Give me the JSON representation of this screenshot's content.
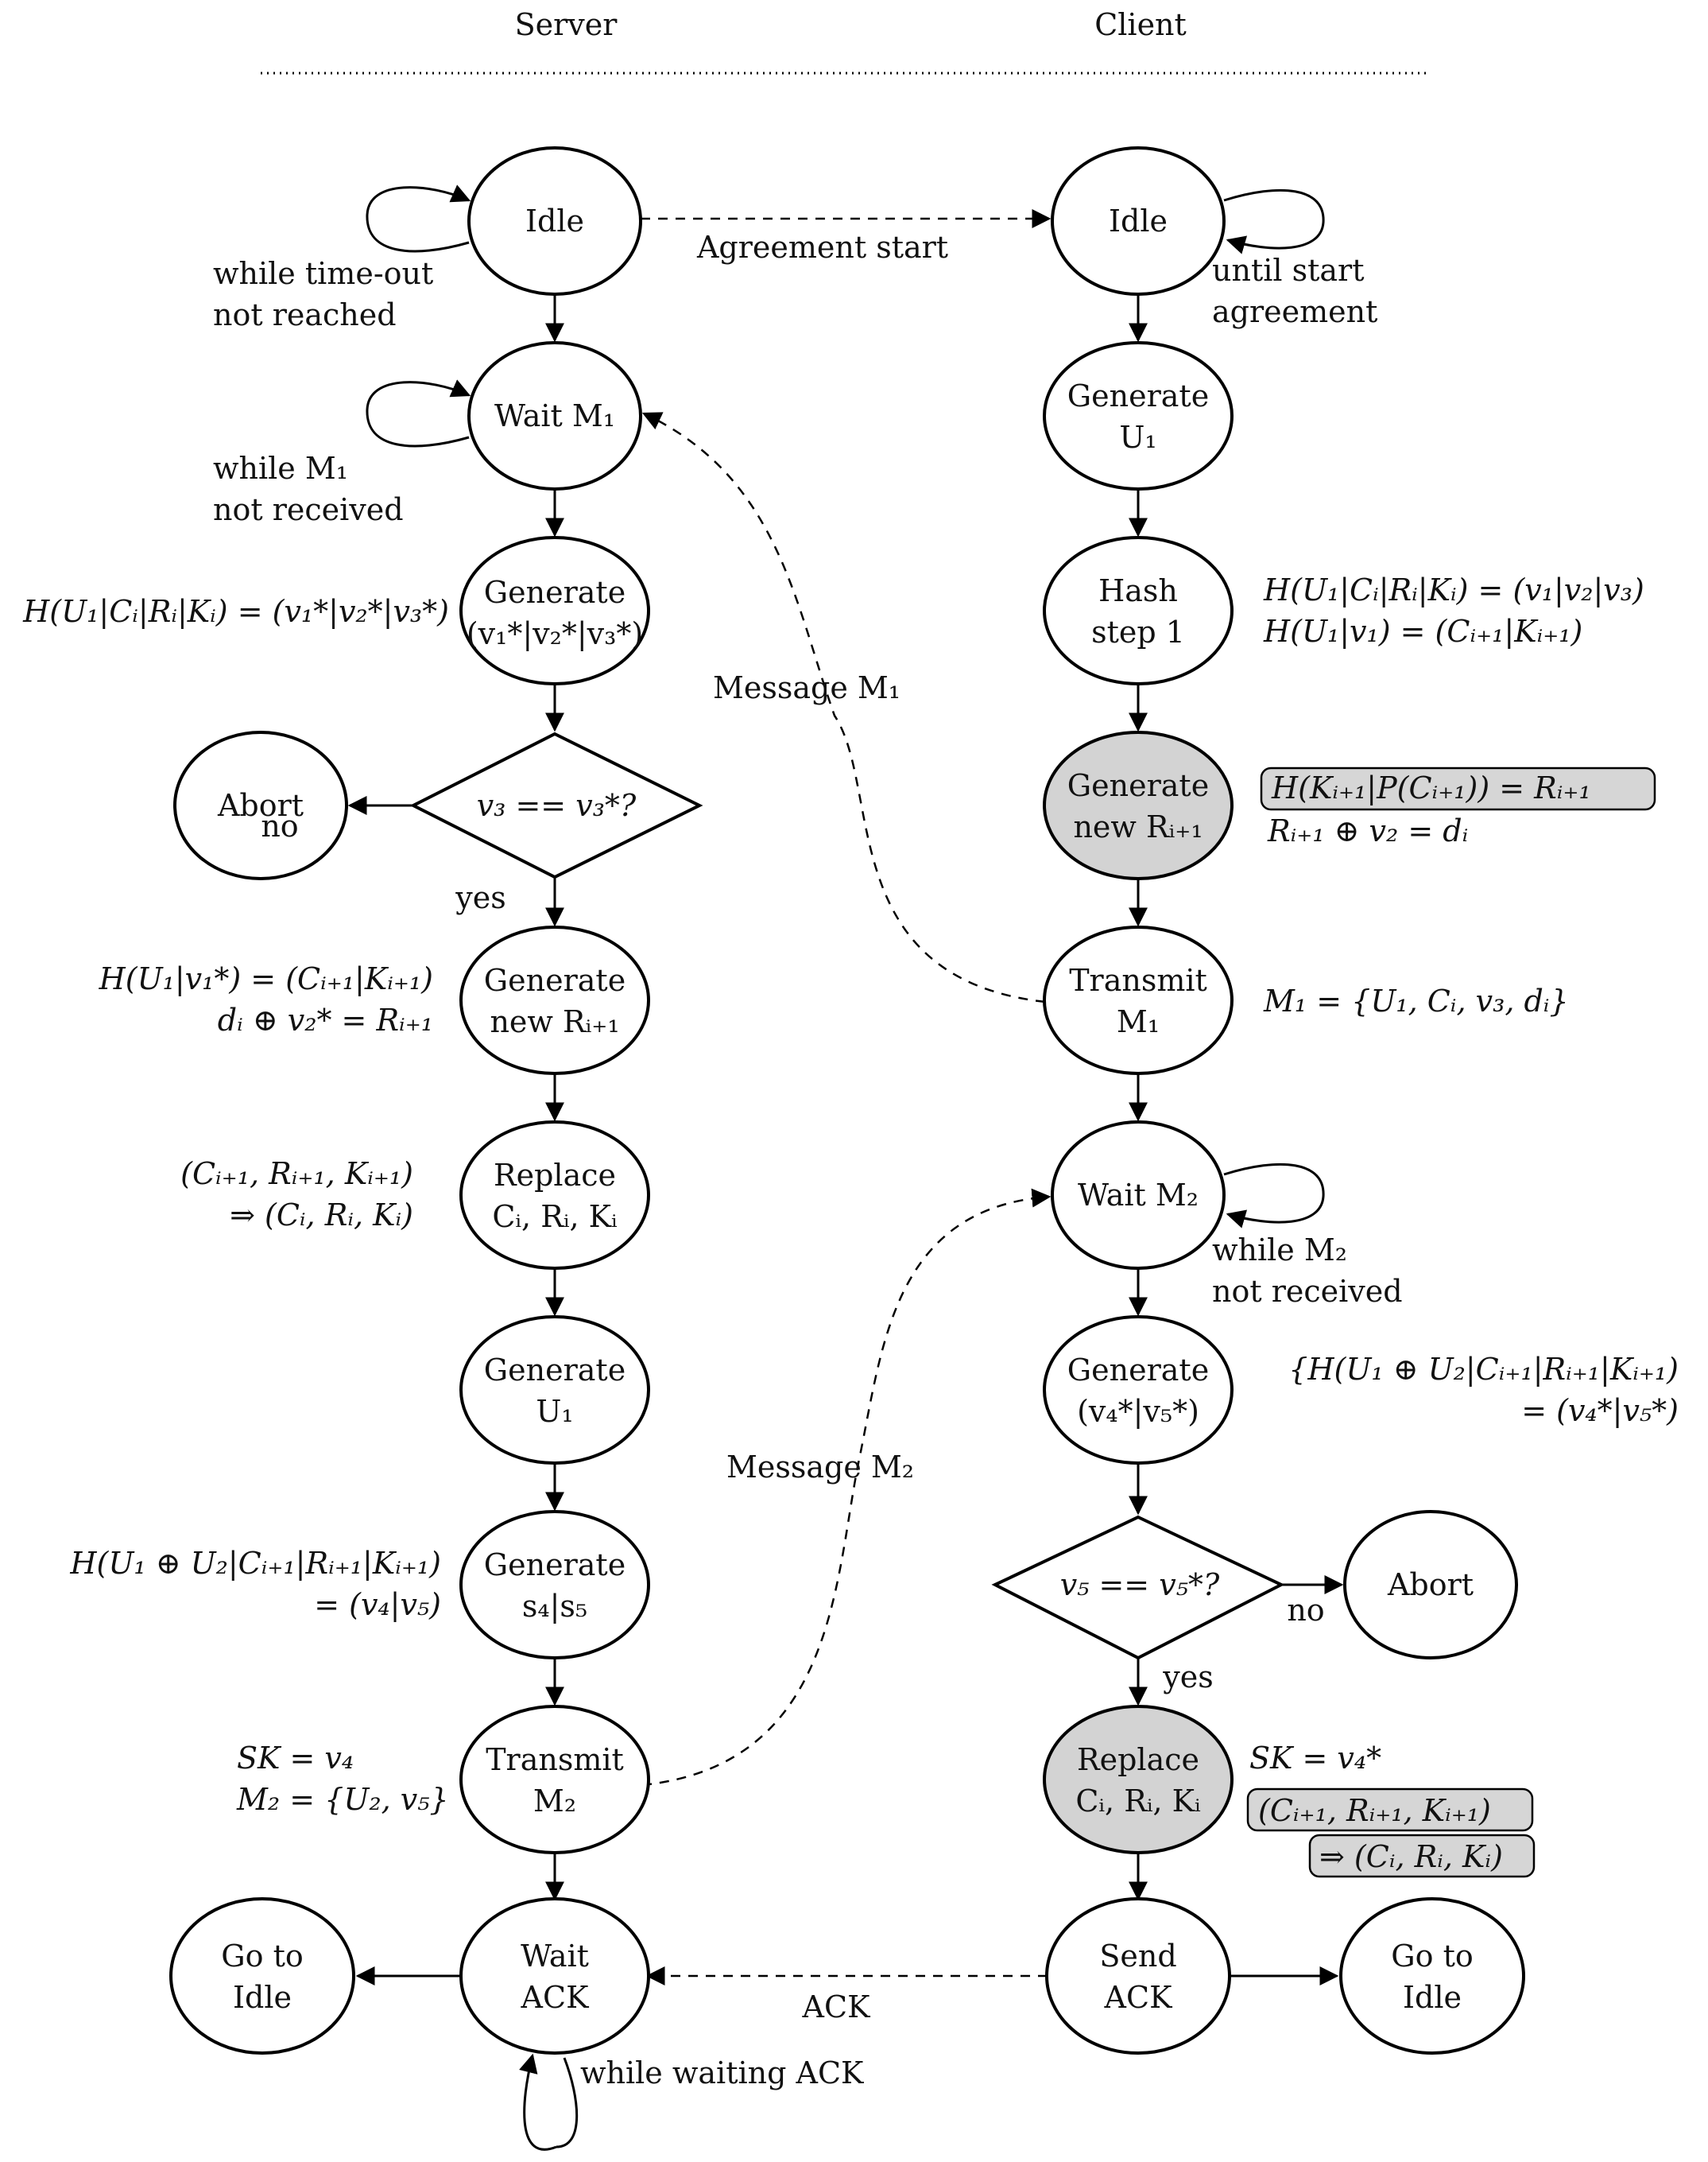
{
  "headers": {
    "server": "Server",
    "client": "Client"
  },
  "colors": {
    "node_fill": "#ffffff",
    "node_highlight": "#d3d3d3",
    "stroke": "#000000",
    "note_highlight": "#d6d6d6"
  },
  "server": {
    "idle": [
      "Idle"
    ],
    "wait_m1": [
      "Wait M₁"
    ],
    "generate_v": [
      "Generate",
      "(v₁*|v₂*|v₃*)"
    ],
    "check_v3": [
      "v₃ == v₃*?"
    ],
    "abort": [
      "Abort"
    ],
    "generate_r": [
      "Generate",
      "new Rᵢ₊₁"
    ],
    "replace": [
      "Replace",
      "Cᵢ, Rᵢ, Kᵢ"
    ],
    "generate_u1": [
      "Generate",
      "U₁"
    ],
    "generate_s": [
      "Generate",
      "s₄|s₅"
    ],
    "transmit_m2": [
      "Transmit",
      "M₂"
    ],
    "wait_ack": [
      "Wait",
      "ACK"
    ],
    "go_idle": [
      "Go to",
      "Idle"
    ]
  },
  "client": {
    "idle": [
      "Idle"
    ],
    "generate_u1": [
      "Generate",
      "U₁"
    ],
    "hash_step": [
      "Hash",
      "step 1"
    ],
    "generate_r": [
      "Generate",
      "new Rᵢ₊₁"
    ],
    "transmit_m1": [
      "Transmit",
      "M₁"
    ],
    "wait_m2": [
      "Wait M₂"
    ],
    "generate_v": [
      "Generate",
      "(v₄*|v₅*)"
    ],
    "check_v5": [
      "v₅ == v₅*?"
    ],
    "abort": [
      "Abort"
    ],
    "replace": [
      "Replace",
      "Cᵢ, Rᵢ, Kᵢ"
    ],
    "send_ack": [
      "Send",
      "ACK"
    ],
    "go_idle": [
      "Go to",
      "Idle"
    ]
  },
  "labels": {
    "agreement_start": [
      "Agreement start"
    ],
    "message_m1": [
      "Message M₁"
    ],
    "message_m2": [
      "Message M₂"
    ],
    "ack": [
      "ACK"
    ],
    "server_no": [
      "no"
    ],
    "server_yes": [
      "yes"
    ],
    "client_no": [
      "no"
    ],
    "client_yes": [
      "yes"
    ]
  },
  "notes": {
    "s_idle_loop": [
      "while time-out",
      "not reached"
    ],
    "s_wait_m1_loop": [
      "while M₁",
      "not received"
    ],
    "s_generate_v": [
      "H(U₁|Cᵢ|Rᵢ|Kᵢ) = (v₁*|v₂*|v₃*)"
    ],
    "s_generate_r": [
      "H(U₁|v₁*) = (Cᵢ₊₁|Kᵢ₊₁)",
      "dᵢ ⊕ v₂* = Rᵢ₊₁"
    ],
    "s_replace": [
      "(Cᵢ₊₁, Rᵢ₊₁, Kᵢ₊₁)",
      "⇒ (Cᵢ, Rᵢ, Kᵢ)"
    ],
    "s_generate_s": [
      "H(U₁ ⊕ U₂|Cᵢ₊₁|Rᵢ₊₁|Kᵢ₊₁)",
      "= (v₄|v₅)"
    ],
    "s_transmit_m2": [
      "SK = v₄",
      "M₂ = {U₂, v₅}"
    ],
    "s_wait_ack_loop": [
      "while waiting ACK"
    ],
    "c_idle_loop": [
      "until start",
      "agreement"
    ],
    "c_hash_step": [
      "H(U₁|Cᵢ|Rᵢ|Kᵢ) = (v₁|v₂|v₃)",
      "H(U₁|v₁) = (Cᵢ₊₁|Kᵢ₊₁)"
    ],
    "c_generate_r_hl": [
      "H(Kᵢ₊₁|P(Cᵢ₊₁)) = Rᵢ₊₁"
    ],
    "c_generate_r": [
      "Rᵢ₊₁ ⊕ v₂ = dᵢ"
    ],
    "c_transmit_m1": [
      "M₁ = {U₁, Cᵢ, v₃, dᵢ}"
    ],
    "c_wait_m2_loop": [
      "while M₂",
      "not received"
    ],
    "c_generate_v": [
      "{H(U₁ ⊕ U₂|Cᵢ₊₁|Rᵢ₊₁|Kᵢ₊₁)",
      "= (v₄*|v₅*)"
    ],
    "c_replace_sk": [
      "SK = v₄*"
    ],
    "c_replace_hl1": [
      "(Cᵢ₊₁, Rᵢ₊₁, Kᵢ₊₁)"
    ],
    "c_replace_hl2": [
      "⇒ (Cᵢ, Rᵢ, Kᵢ)"
    ]
  }
}
